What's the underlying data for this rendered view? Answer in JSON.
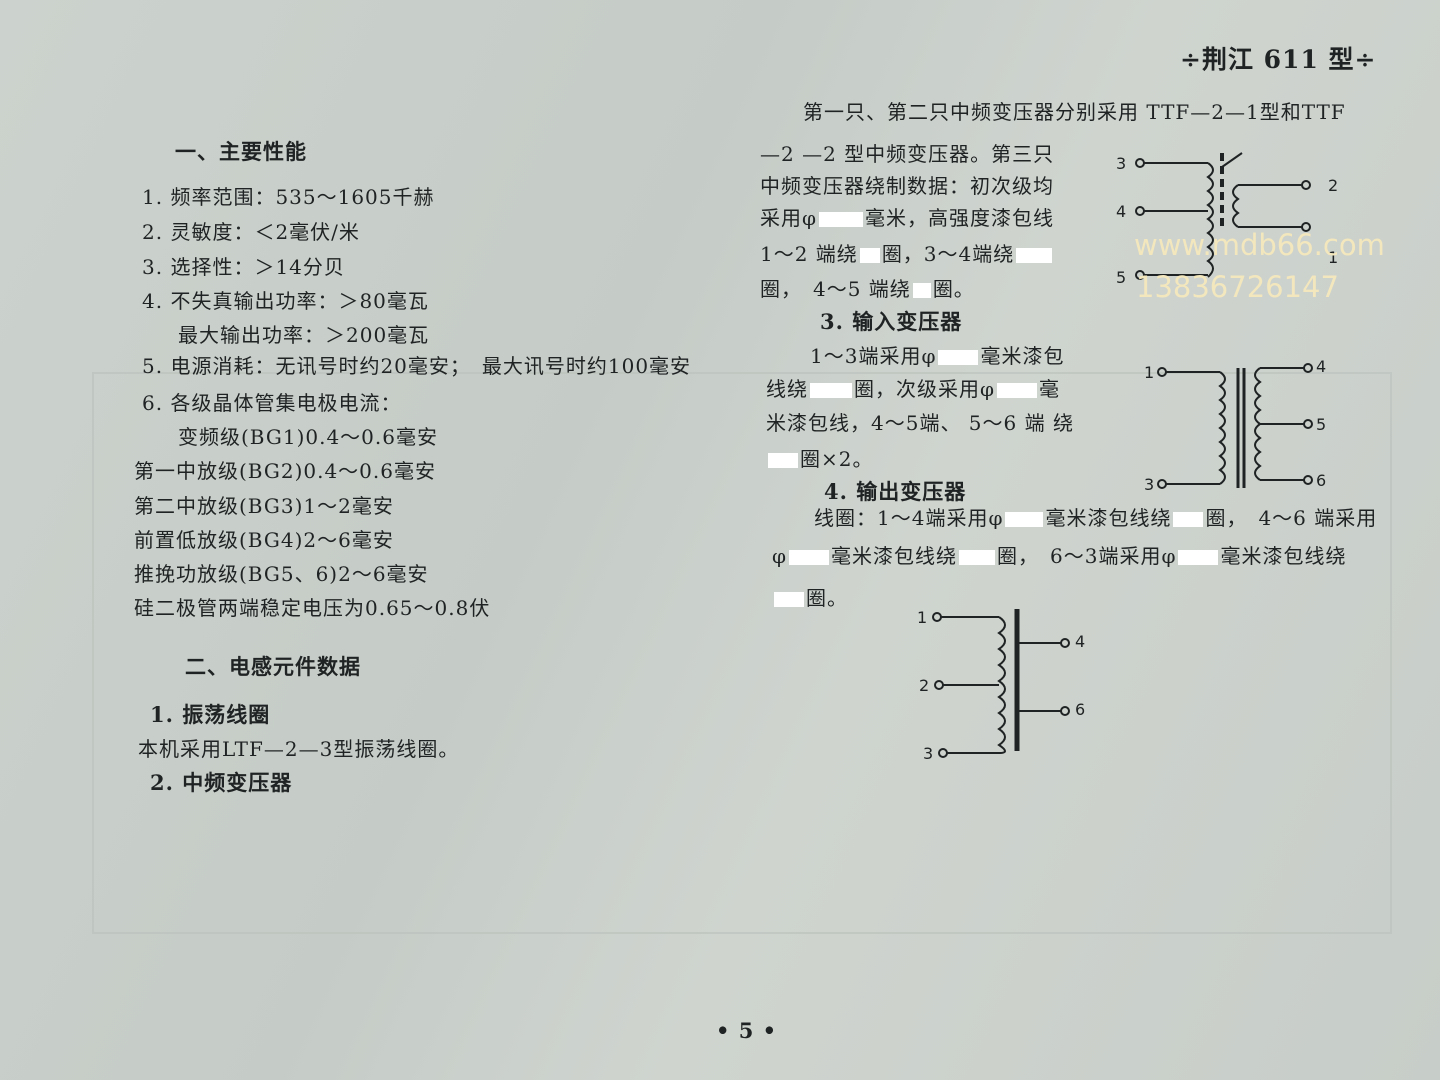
{
  "header": {
    "title": "÷荆江 611 型÷"
  },
  "left": {
    "s1_heading": "一、主要性能",
    "l1": "1. 频率范围：535～1605千赫",
    "l2": "2. 灵敏度：＜2毫伏/米",
    "l3": "3. 选择性：＞14分贝",
    "l4": "4. 不失真输出功率：＞80毫瓦",
    "l4b": "最大输出功率：＞200毫瓦",
    "l5": "5. 电源消耗：无讯号时约20毫安；　最大讯号时约100毫安",
    "l6": "6. 各级晶体管集电极电流：",
    "l6a": "变频级(BG1)0.4～0.6毫安",
    "l6b": "第一中放级(BG2)0.4～0.6毫安",
    "l6c": "第二中放级(BG3)1～2毫安",
    "l6d": "前置低放级(BG4)2～6毫安",
    "l6e": "推挽功放级(BG5、6)2～6毫安",
    "l6f": "硅二极管两端稳定电压为0.65～0.8伏",
    "s2_heading": "二、电感元件数据",
    "m1": "1. 振荡线圈",
    "m1a": "本机采用LTF—2—3型振荡线圈。",
    "m2": "2. 中频变压器"
  },
  "right": {
    "p1": "第一只、第二只中频变压器分别采用 TTF—2—1型和TTF",
    "p2": "—2 —2 型中频变压器。第三只",
    "p3": "中频变压器绕制数据：初次级均",
    "p4a": "采用φ",
    "p4b": "毫米，高强度漆包线",
    "p5a": "1～2 端绕",
    "p5b": "圈，3～4端绕",
    "p6a": "圈，　4～5 端绕",
    "p6b": "圈。",
    "s3_heading": "3. 输入变压器",
    "q1a": "1～3端采用φ",
    "q1b": "毫米漆包",
    "q2a": "线绕",
    "q2b": "圈，次级采用φ",
    "q2c": "毫",
    "q3": "米漆包线，4～5端、 5～6 端 绕",
    "q4": "圈×2。",
    "s4_heading": "4. 输出变压器",
    "r1a": "线圈：1～4端采用φ",
    "r1b": "毫米漆包线绕",
    "r1c": "圈，　4～6 端采用",
    "r2a": "φ",
    "r2b": "毫米漆包线绕",
    "r2c": "圈，　6～3端采用φ",
    "r2d": "毫米漆包线绕",
    "r3": "圈。"
  },
  "diagrams": {
    "ifxfmr": {
      "pins": [
        "3",
        "4",
        "5",
        "2",
        "1"
      ]
    },
    "inxfmr": {
      "pins": [
        "1",
        "3",
        "4",
        "5",
        "6"
      ]
    },
    "outxfmr": {
      "pins": [
        "1",
        "2",
        "3",
        "4",
        "6"
      ]
    }
  },
  "watermark": {
    "url": "www.mdb66.com",
    "phone": "13836726147"
  },
  "footer": {
    "page": "• 5 •"
  }
}
